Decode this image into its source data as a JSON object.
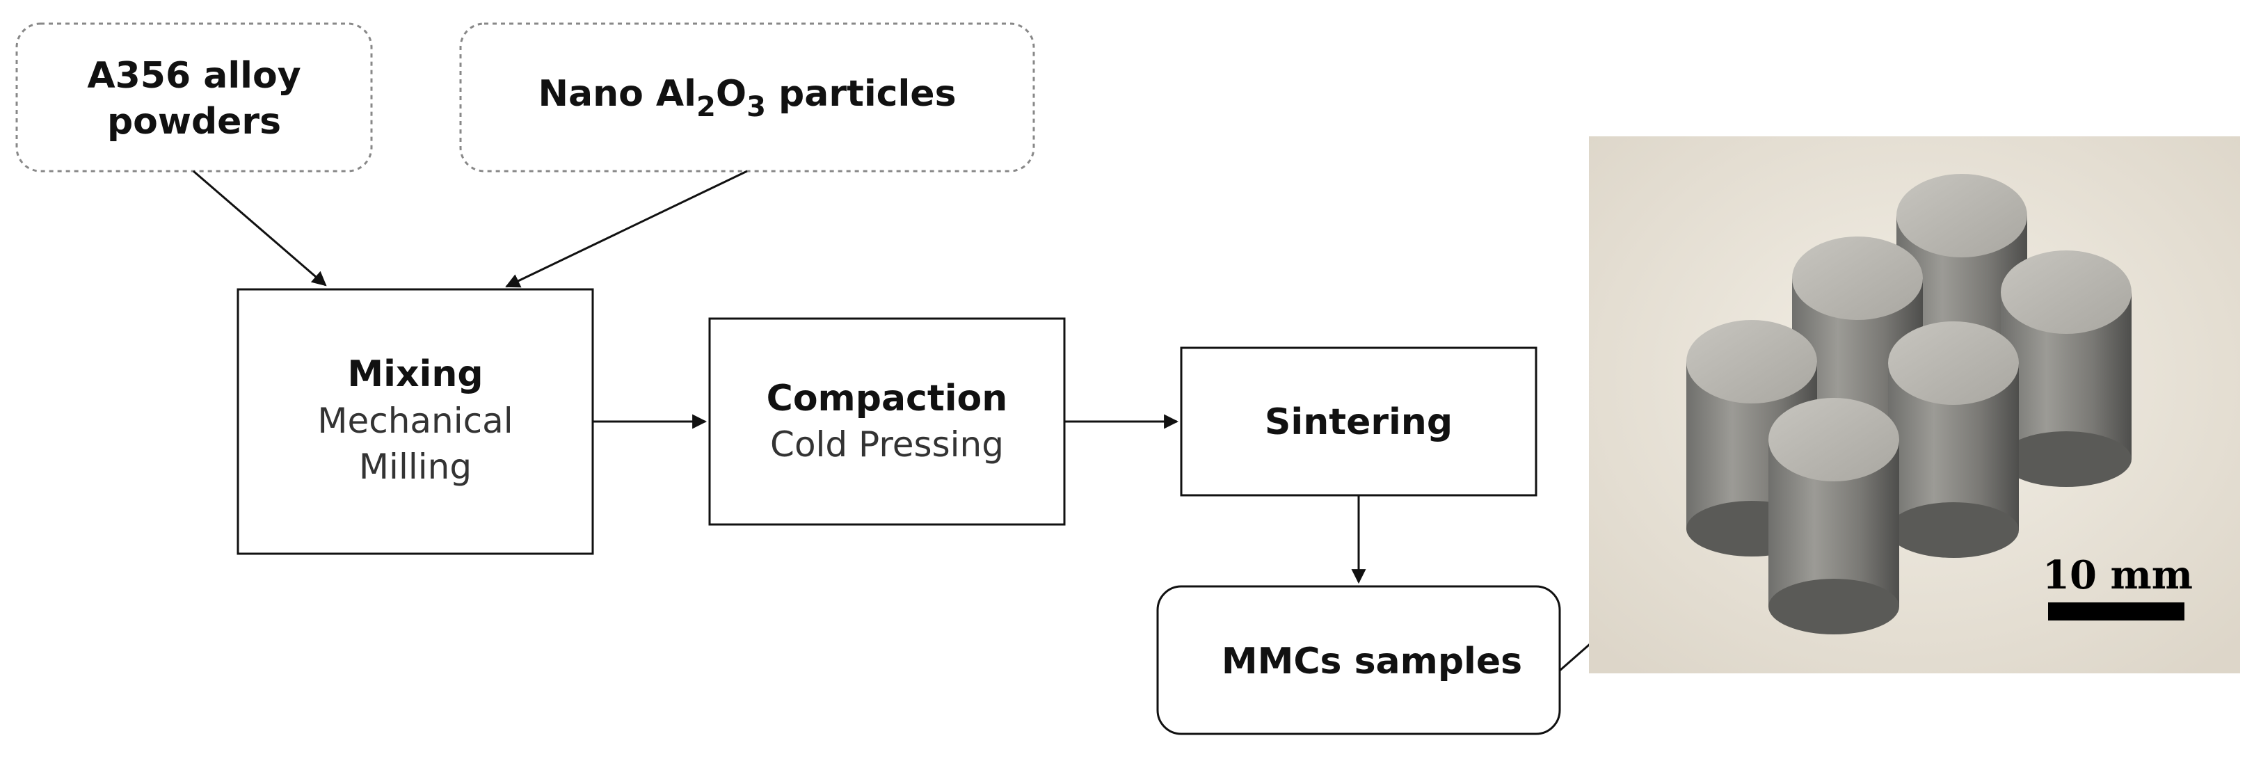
{
  "inputs": {
    "a356": {
      "line1": "A356 alloy",
      "line2": "powders"
    },
    "nano": {
      "prefix": "Nano Al",
      "sub1": "2",
      "mid": "O",
      "sub2": "3",
      "suffix": " particles"
    }
  },
  "steps": {
    "mixing": {
      "title": "Mixing",
      "line1": "Mechanical",
      "line2": "Milling"
    },
    "compaction": {
      "title": "Compaction",
      "line1": "Cold Pressing"
    },
    "sintering": {
      "title": "Sintering"
    },
    "samples": {
      "title": "MMCs samples"
    }
  },
  "photo": {
    "scale_label": "10 mm"
  }
}
